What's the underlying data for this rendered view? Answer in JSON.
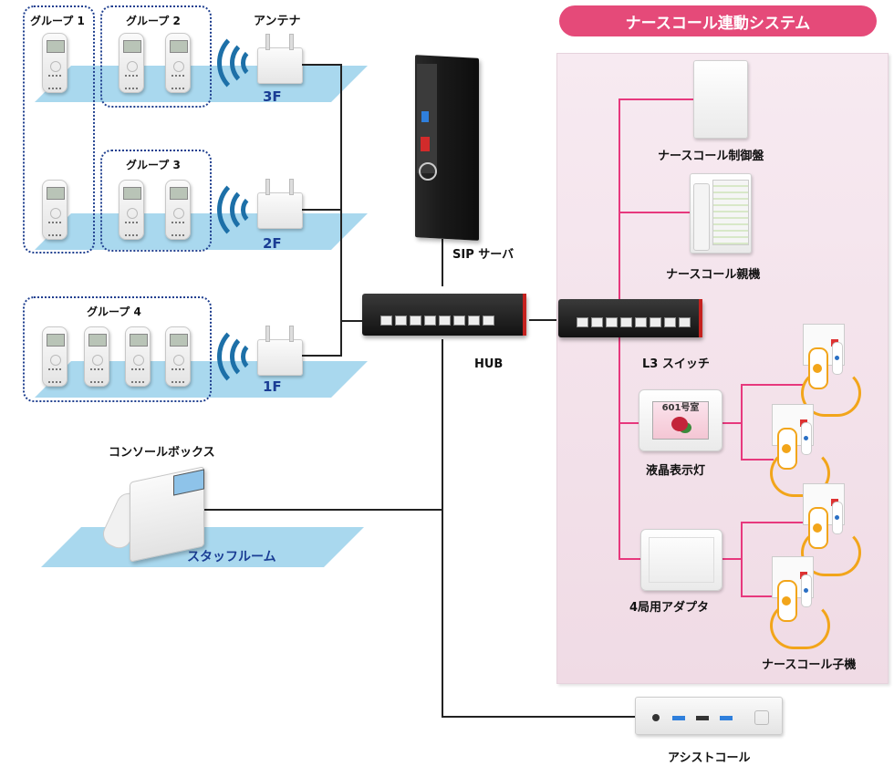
{
  "diagram": {
    "title": "ナースコール連動システム",
    "floors": [
      {
        "id": "3F",
        "label": "3F",
        "groups": [
          "グループ 1",
          "グループ 2"
        ],
        "handsets": 3
      },
      {
        "id": "2F",
        "label": "2F",
        "groups": [
          "グループ 1",
          "グループ 3"
        ],
        "handsets": 3
      },
      {
        "id": "1F",
        "label": "1F",
        "groups": [
          "グループ 4"
        ],
        "handsets": 4
      }
    ],
    "groups": {
      "g1": "グループ 1",
      "g2": "グループ 2",
      "g3": "グループ 3",
      "g4": "グループ 4"
    },
    "labels": {
      "antenna": "アンテナ",
      "floor_3f": "3F",
      "floor_2f": "2F",
      "floor_1f": "1F",
      "sip_server": "SIP サーバ",
      "hub": "HUB",
      "l3_switch": "L3 スイッチ",
      "console_box": "コンソールボックス",
      "staff_room": "スタッフルーム",
      "assist_call": "アシストコール",
      "nurse_call_control": "ナースコール制御盤",
      "nurse_call_master": "ナースコール親機",
      "lcd_display": "液晶表示灯",
      "lcd_display_screen_text": "601号室",
      "adapter_4": "4局用アダプタ",
      "nurse_call_child": "ナースコール子機"
    },
    "connections": [
      {
        "from": "アンテナ 3F",
        "to": "HUB"
      },
      {
        "from": "アンテナ 2F",
        "to": "HUB"
      },
      {
        "from": "アンテナ 1F",
        "to": "HUB"
      },
      {
        "from": "SIP サーバ",
        "to": "HUB"
      },
      {
        "from": "HUB",
        "to": "L3 スイッチ"
      },
      {
        "from": "コンソールボックス",
        "to": "HUB"
      },
      {
        "from": "アシストコール",
        "to": "HUB"
      },
      {
        "from": "L3 スイッチ",
        "to": "ナースコール制御盤"
      },
      {
        "from": "L3 スイッチ",
        "to": "ナースコール親機"
      },
      {
        "from": "L3 スイッチ",
        "to": "液晶表示灯"
      },
      {
        "from": "L3 スイッチ",
        "to": "4局用アダプタ"
      },
      {
        "from": "液晶表示灯",
        "to": "ナースコール子機"
      },
      {
        "from": "4局用アダプタ",
        "to": "ナースコール子機"
      }
    ],
    "colors": {
      "accent_pink": "#e54a79",
      "pink_line": "#e7387d",
      "panel_bg": "#f3e1ea",
      "floor_blue": "#a9d8ee",
      "floor_text": "#1a3d94",
      "wave_blue": "#1d70a8",
      "group_border": "#1f3f8f"
    }
  }
}
